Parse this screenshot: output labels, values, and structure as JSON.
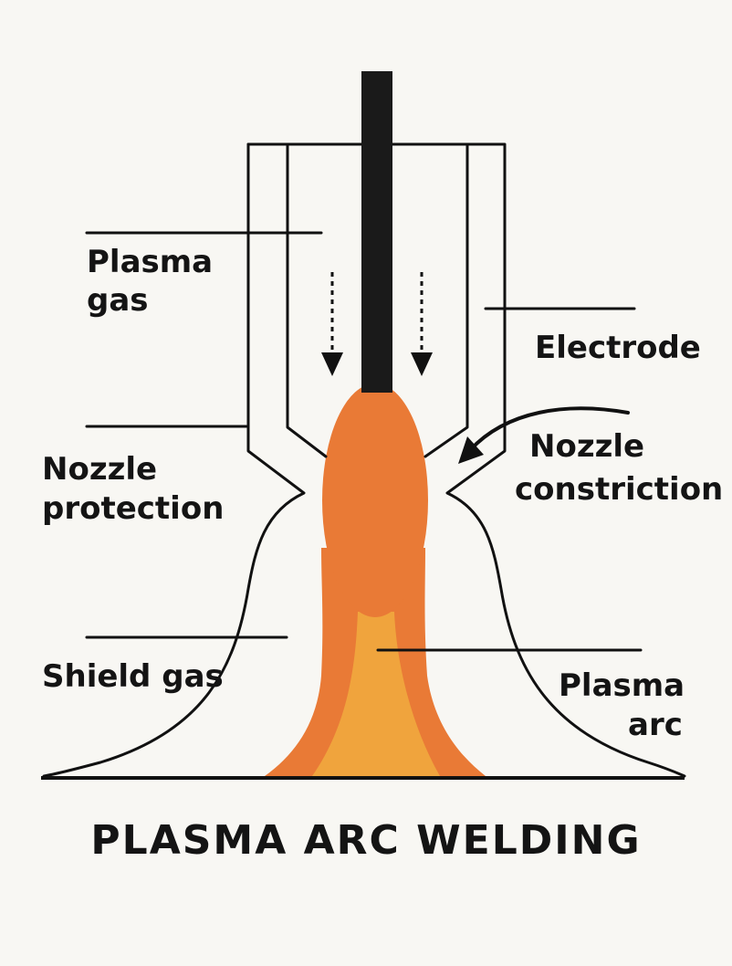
{
  "title": "PLASMA ARC WELDING",
  "labels": {
    "plasma_gas_line1": "Plasma",
    "plasma_gas_line2": "gas",
    "electrode": "Electrode",
    "nozzle_protection_line1": "Nozzle",
    "nozzle_protection_line2": "protection",
    "nozzle_constriction_line1": "Nozzle",
    "nozzle_constriction_line2": "constriction",
    "shield_gas": "Shield gas",
    "plasma_arc_line1": "Plasma",
    "plasma_arc_line2": "arc"
  },
  "colors": {
    "background": "#f8f7f3",
    "ink": "#111111",
    "electrode": "#1a1a1a",
    "arc_outer": "#e97a36",
    "arc_inner": "#f0a43d"
  }
}
